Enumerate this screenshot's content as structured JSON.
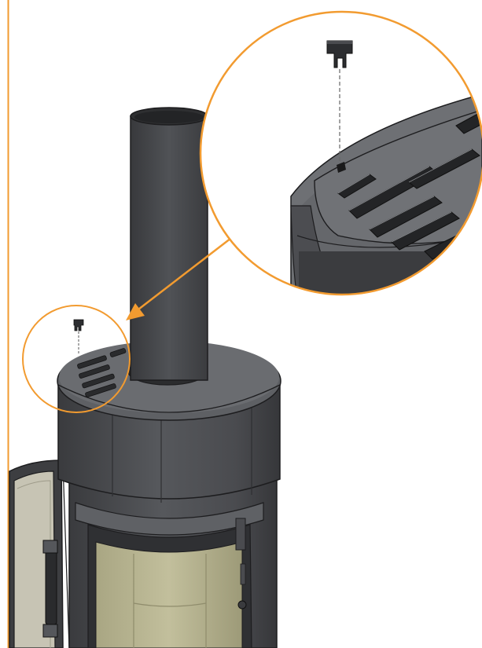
{
  "figure": {
    "colors": {
      "accent": "#f29b30",
      "metal_dark": "#3d3e41",
      "metal_mid": "#55575b",
      "metal_light": "#6e7074",
      "outline": "#1d1d1f",
      "firebrick": "#b9b693",
      "firebrick_dark": "#8f8c6c",
      "glass": "#c7c4b4"
    },
    "icons": [
      "stove-body",
      "flue-pipe",
      "top-grille-plate",
      "insert-clip",
      "magnifier-callout",
      "open-door"
    ]
  }
}
